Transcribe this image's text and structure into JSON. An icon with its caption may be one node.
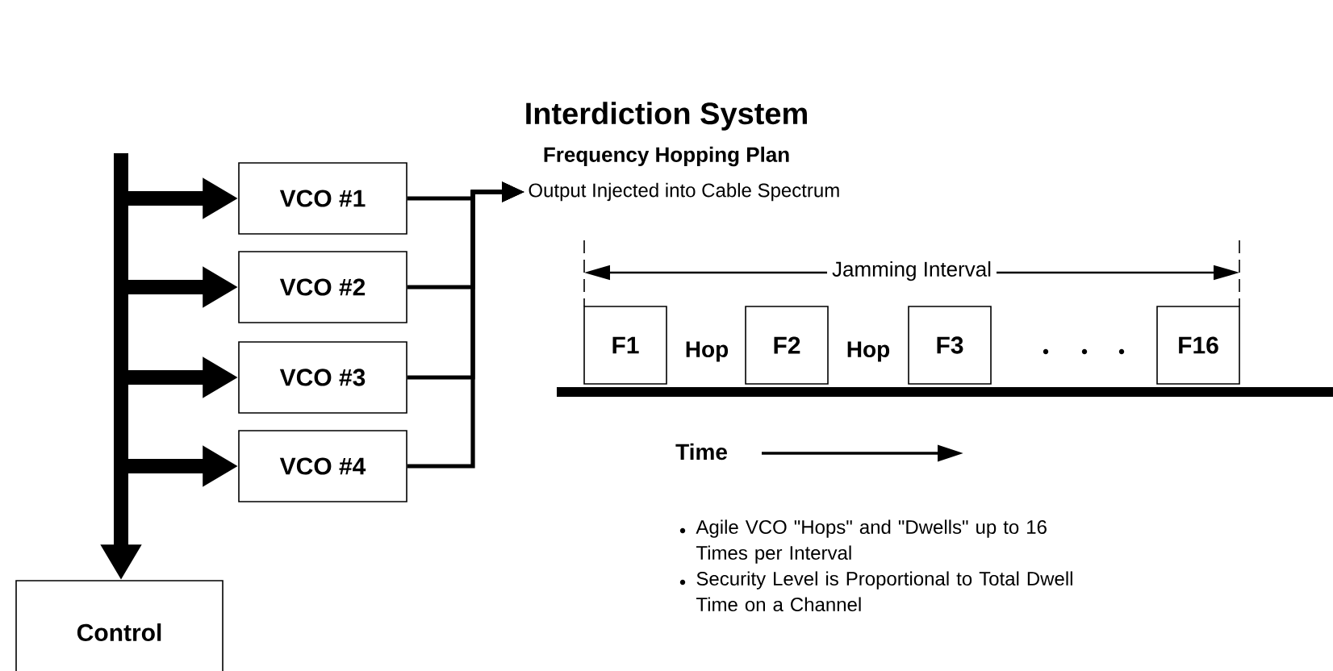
{
  "diagram": {
    "title": "Interdiction System",
    "nodes": [
      {
        "text": [
          "VCO #1"
        ]
      },
      {
        "text": [
          "VCO #2"
        ]
      },
      {
        "text": [
          "VCO #3"
        ]
      },
      {
        "text": [
          "VCO #4"
        ]
      },
      {
        "text": [
          "Control"
        ]
      },
      {
        "text": [
          "Output Injected into Cable Spectrum"
        ]
      },
      {
        "text": [
          "F1"
        ]
      },
      {
        "text": [
          "F2"
        ]
      },
      {
        "text": [
          "F3"
        ]
      },
      {
        "text": [
          "F16"
        ]
      }
    ],
    "edges": [
      {
        "from": null,
        "to": 4,
        "arrow": "to"
      },
      {
        "from": null,
        "to": 0,
        "arrow": "to"
      },
      {
        "from": null,
        "to": 1,
        "arrow": "to"
      },
      {
        "from": null,
        "to": 2,
        "arrow": "to"
      },
      {
        "from": null,
        "to": 3,
        "arrow": "to"
      },
      {
        "from": 0,
        "to": 5,
        "arrow": "to"
      },
      {
        "from": 1,
        "to": 5,
        "arrow": "to"
      },
      {
        "from": 2,
        "to": 5,
        "arrow": "to"
      },
      {
        "from": 3,
        "to": 5,
        "arrow": "to"
      }
    ],
    "labels": [
      "Frequency Hopping Plan",
      "Jamming Interval",
      "Hop",
      "Hop",
      "Time",
      "Agile VCO \"Hops\" and \"Dwells\" up to 16 Times per Interval",
      "Security Level is Proportional to Total Dwell Time on a Channel"
    ]
  }
}
